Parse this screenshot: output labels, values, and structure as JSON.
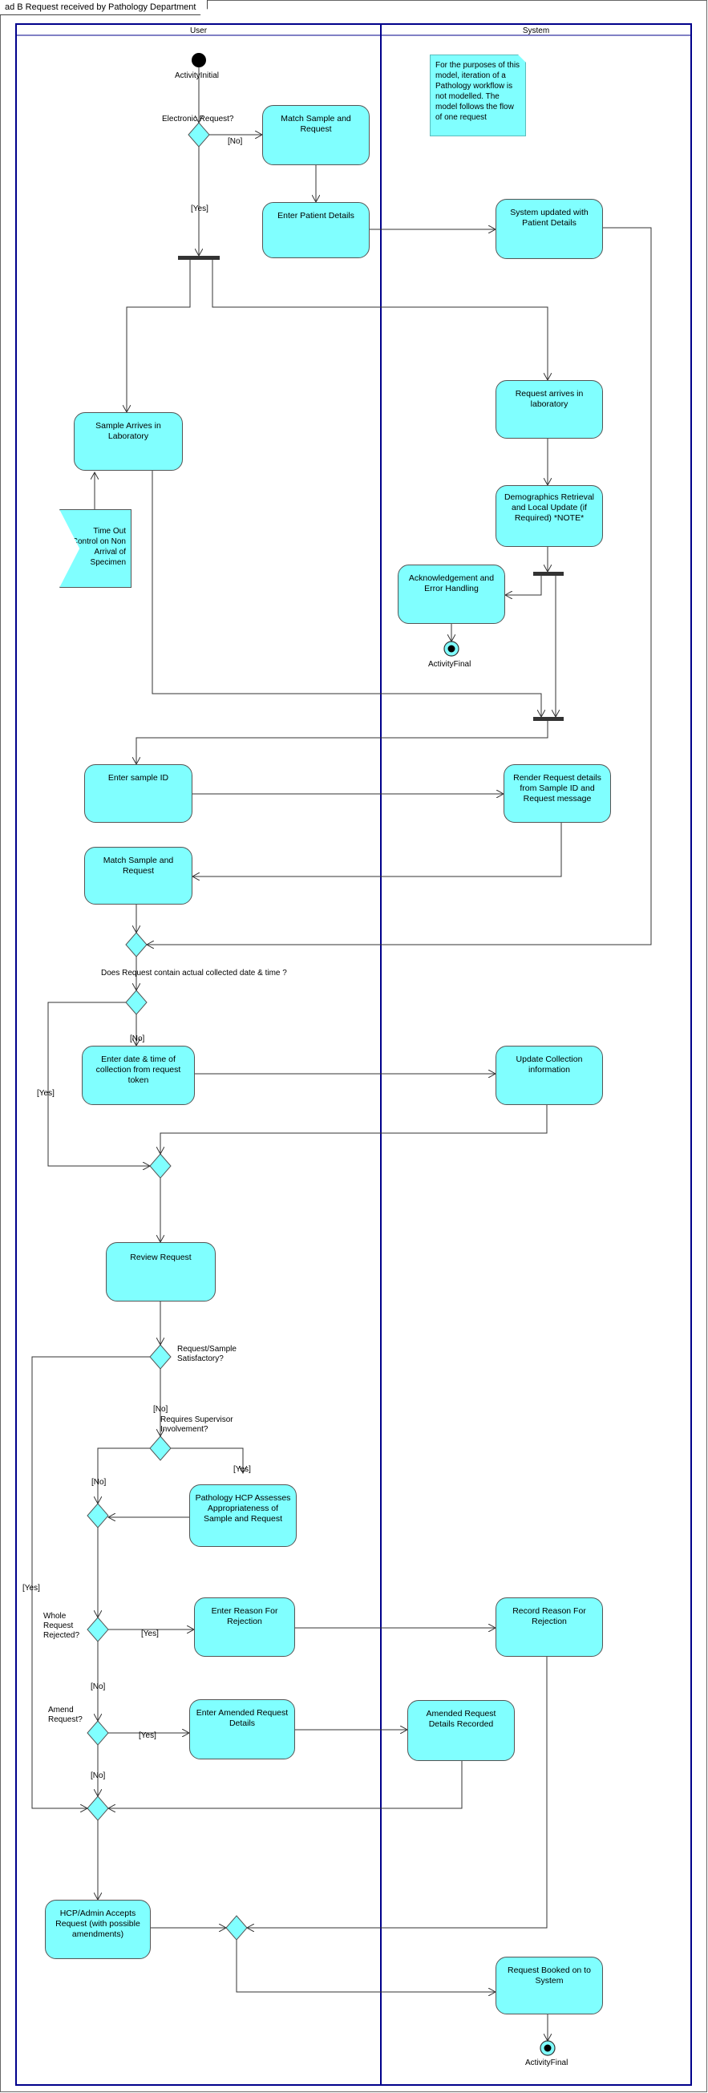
{
  "frame": {
    "title": "ad B Request received by Pathology Department"
  },
  "lanes": {
    "user": "User",
    "system": "System"
  },
  "note": "For the purposes of this model, iteration of a Pathology workflow is not modelled.  The model follows the flow of one request",
  "nodes": {
    "match_sample_1": "Match Sample and Request",
    "enter_patient": "Enter Patient Details",
    "system_updated": "System updated with Patient Details",
    "request_arrives": "Request arrives in laboratory",
    "sample_arrives": "Sample Arrives in Laboratory",
    "timeout": "Time Out Control on Non Arrival of Specimen",
    "demographics": "Demographics Retrieval and Local Update (if Required) *NOTE*",
    "ack_error": "Acknowledgement and Error Handling",
    "enter_sample_id": "Enter sample ID",
    "render_request": "Render Request details from Sample ID and Request message",
    "match_sample_2": "Match Sample and Request",
    "enter_date": "Enter date & time of collection from request token",
    "update_collection": "Update Collection information",
    "review_request": "Review Request",
    "hcp_assesses": "Pathology HCP Assesses Appropriateness of Sample and Request",
    "enter_reason": "Enter Reason For Rejection",
    "record_reason": "Record Reason For Rejection",
    "enter_amended": "Enter Amended Request Details",
    "amended_recorded": "Amended Request Details Recorded",
    "hcp_accepts": "HCP/Admin Accepts Request (with possible amendments)",
    "request_booked": "Request Booked on to System"
  },
  "labels": {
    "activity_initial": "ActivityInitial",
    "activity_final_1": "ActivityFinal",
    "activity_final_2": "ActivityFinal",
    "electronic_request": "Electronic Request?",
    "no_1": "[No]",
    "yes_1": "[Yes]",
    "collected_date": "Does Request contain actual collected date & time ?",
    "no_2": "[No]",
    "yes_2": "[Yes]",
    "satisfactory": "Request/Sample Satisfactory?",
    "no_3": "[No]",
    "supervisor": "Requires Supervisor Involvement?",
    "yes_3": "[Yes]",
    "no_4": "[No]",
    "yes_big": "[Yes]",
    "whole_rejected": "Whole Request Rejected?",
    "yes_4": "[Yes]",
    "no_5": "[No]",
    "amend_request": "Amend Request?",
    "yes_5": "[Yes]",
    "no_6": "[No]"
  },
  "colors": {
    "node_fill": "#80ffff",
    "lane_border": "#00008b",
    "edge": "#333333"
  }
}
